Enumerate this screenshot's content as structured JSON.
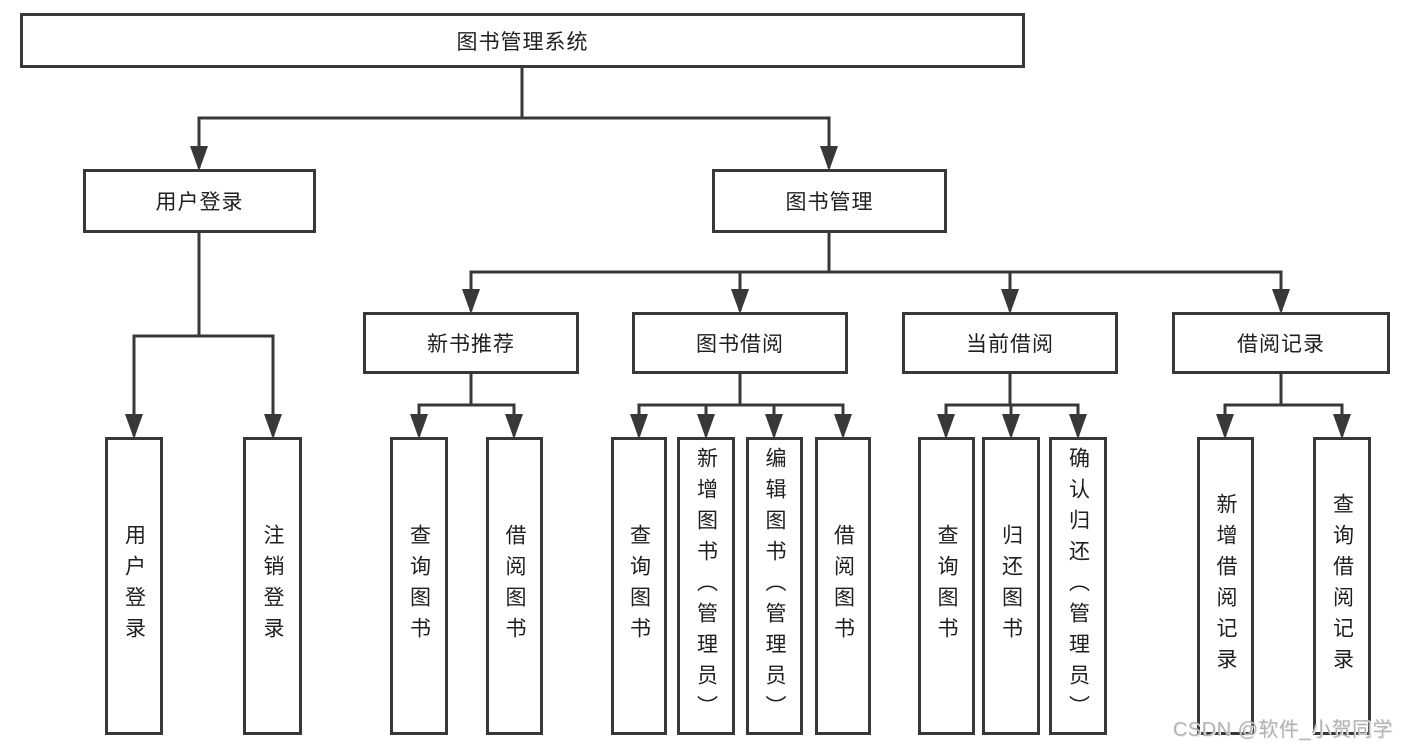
{
  "tree": {
    "label": "图书管理系统",
    "children": [
      {
        "label": "用户登录",
        "children": [
          {
            "label": "用户登录"
          },
          {
            "label": "注销登录"
          }
        ]
      },
      {
        "label": "图书管理",
        "children": [
          {
            "label": "新书推荐",
            "children": [
              {
                "label": "查询图书"
              },
              {
                "label": "借阅图书"
              }
            ]
          },
          {
            "label": "图书借阅",
            "children": [
              {
                "label": "查询图书"
              },
              {
                "label": "新增图书（管理员）"
              },
              {
                "label": "编辑图书（管理员）"
              },
              {
                "label": "借阅图书"
              }
            ]
          },
          {
            "label": "当前借阅",
            "children": [
              {
                "label": "查询图书"
              },
              {
                "label": "归还图书"
              },
              {
                "label": "确认归还（管理员）"
              }
            ]
          },
          {
            "label": "借阅记录",
            "children": [
              {
                "label": "新增借阅记录"
              },
              {
                "label": "查询借阅记录"
              }
            ]
          }
        ]
      }
    ]
  },
  "watermark": "CSDN @软件_小贺同学",
  "colors": {
    "line": "#383838",
    "box_border": "#383838",
    "text": "#1f1f1f",
    "watermark": "#b3b3b3"
  }
}
